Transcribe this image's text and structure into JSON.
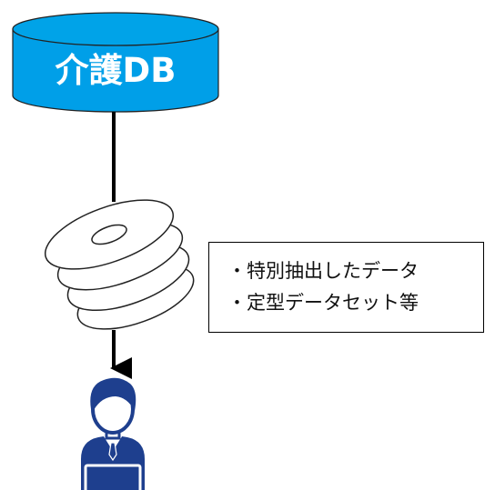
{
  "database": {
    "label": "介護DB",
    "color": "#009FE8"
  },
  "dataset_note": {
    "lines": [
      "・特別抽出したデータ",
      "・定型データセット等"
    ]
  },
  "icons": {
    "disc_stack": "disc-stack-icon",
    "user": "user-at-laptop-icon"
  }
}
